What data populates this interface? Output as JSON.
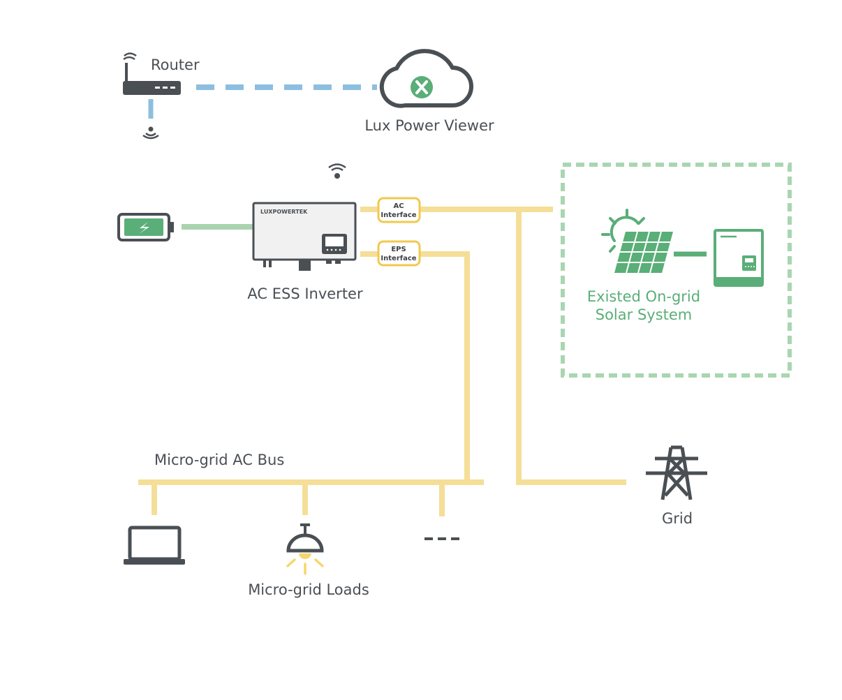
{
  "labels": {
    "router": "Router",
    "viewer": "Lux Power Viewer",
    "inverter": "AC ESS Inverter",
    "ac_interface_line1": "AC",
    "ac_interface_line2": "Interface",
    "eps_interface_line1": "EPS",
    "eps_interface_line2": "Interface",
    "solar_line1": "Existed On-grid",
    "solar_line2": "Solar System",
    "bus": "Micro-grid AC Bus",
    "loads": "Micro-grid Loads",
    "grid": "Grid",
    "brand_text": "LUXPOWERTEK"
  },
  "icons": {
    "router": "router-icon",
    "wifi": "wifi-icon",
    "cloud": "cloud-icon",
    "battery": "battery-icon",
    "inverter": "inverter-icon",
    "solar": "solar-panel-icon",
    "sun": "sun-icon",
    "ongrid_inverter": "ongrid-inverter-icon",
    "laptop": "laptop-icon",
    "lamp": "ceiling-lamp-icon",
    "more": "more-loads-icon",
    "grid": "transmission-tower-icon"
  },
  "colors": {
    "power_line": "#f5de97",
    "data_line": "#8dbedf",
    "battery_line": "#a9d3af",
    "solar_green": "#5aae78",
    "solar_border": "#a8d6b0",
    "icon_dark": "#4a4f54",
    "interface_border": "#f0c94e",
    "lamp_light": "#f5d76e"
  }
}
